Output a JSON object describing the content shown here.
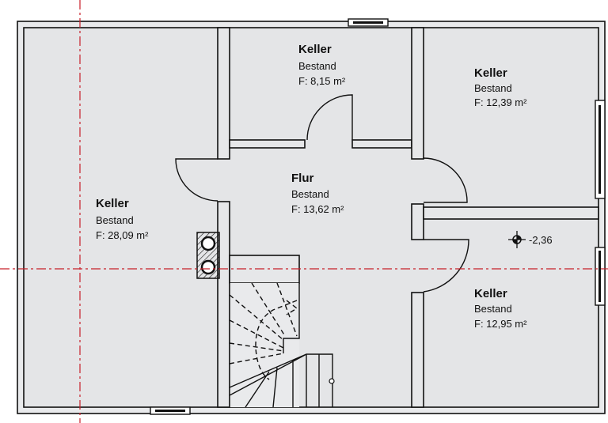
{
  "rooms": [
    {
      "name": "Keller",
      "status": "Bestand",
      "area": "F: 28,09 m²"
    },
    {
      "name": "Keller",
      "status": "Bestand",
      "area": "F: 8,15 m²"
    },
    {
      "name": "Keller",
      "status": "Bestand",
      "area": "F: 12,39 m²"
    },
    {
      "name": "Flur",
      "status": "Bestand",
      "area": "F: 13,62 m²"
    },
    {
      "name": "Keller",
      "status": "Bestand",
      "area": "F: 12,95 m²"
    }
  ],
  "level_marker": "-2,36",
  "colors": {
    "floor": "#e6e7e9",
    "wall": "#111111",
    "axis": "#c8202a"
  }
}
